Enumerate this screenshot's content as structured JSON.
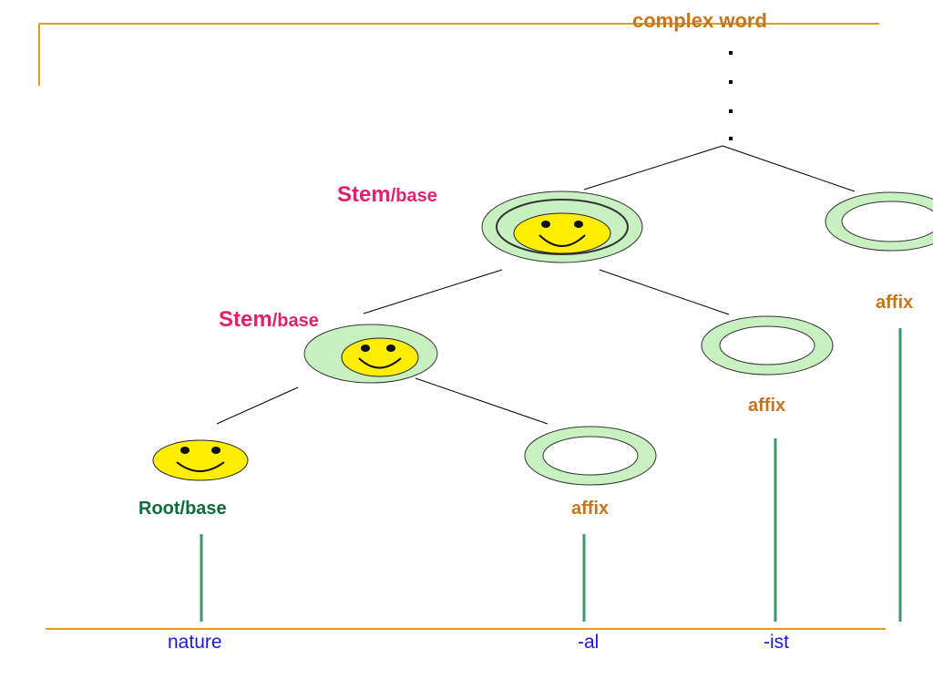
{
  "diagram": {
    "top_label": "complex word",
    "stem_outer": {
      "word": "Stem",
      "suffix": "/base"
    },
    "stem_inner": {
      "word": "Stem",
      "suffix": "/base"
    },
    "root_label": "Root/base",
    "affix_labels": [
      "affix",
      "affix",
      "affix"
    ],
    "words": [
      "nature",
      "-al",
      "-ist"
    ]
  },
  "colors": {
    "frame_line": "#d9a21b",
    "ring_fill": "#c8f0c0",
    "face_fill": "#ffee00",
    "leaf_line": "#3a9a6a"
  }
}
